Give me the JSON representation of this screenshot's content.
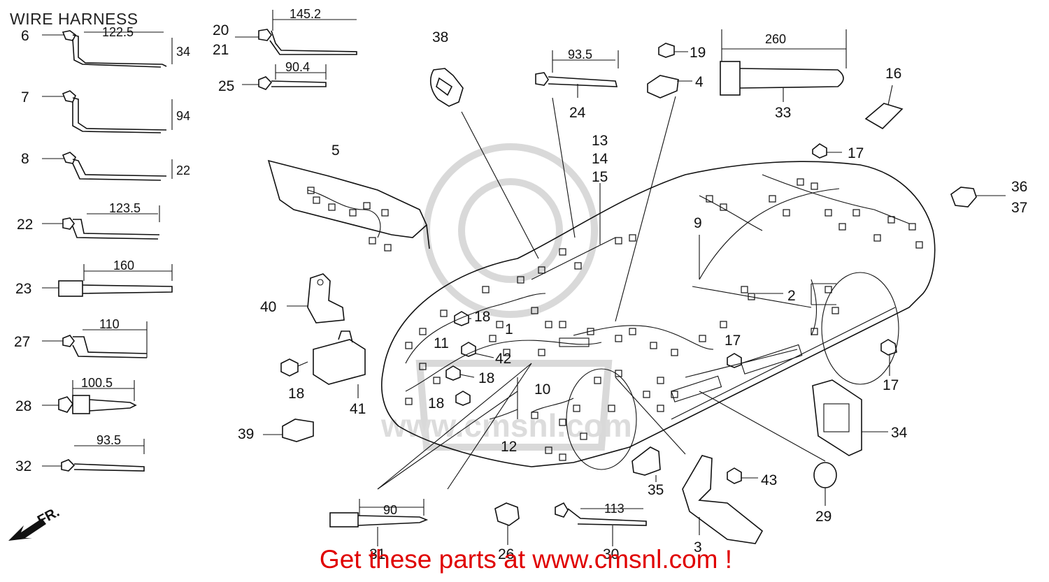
{
  "title": "WIRE HARNESS",
  "banner": "Get these parts at www.cmsnl.com !",
  "watermark": "www.cmsnl.com",
  "direction_label": "FR.",
  "colors": {
    "banner": "#e00000",
    "line": "#111111",
    "watermark": "#d9d9d9"
  },
  "parts": {
    "p2": "2",
    "p3": "3",
    "p4": "4",
    "p5": "5",
    "p6": "6",
    "p7": "7",
    "p8": "8",
    "p9": "9",
    "p10": "10",
    "p11": "11",
    "p12": "12",
    "p13": "13",
    "p14": "14",
    "p15": "15",
    "p16": "16",
    "p17a": "17",
    "p17b": "17",
    "p17c": "17",
    "p18a": "18",
    "p18b": "18",
    "p18c": "18",
    "p18d": "18",
    "p19": "19",
    "p20": "20",
    "p21": "21",
    "p22": "22",
    "p23": "23",
    "p24": "24",
    "p25": "25",
    "p26": "26",
    "p27": "27",
    "p28": "28",
    "p29": "29",
    "p30": "30",
    "p31": "31",
    "p32": "32",
    "p33": "33",
    "p34": "34",
    "p35": "35",
    "p36": "36",
    "p37": "37",
    "p38": "38",
    "p39": "39",
    "p40": "40",
    "p41": "41",
    "p42": "42",
    "p43": "43",
    "p1": "1"
  },
  "dimensions": {
    "d6_len": "122.5",
    "d6_h": "34",
    "d7_h": "94",
    "d8_h": "22",
    "d22": "123.5",
    "d23": "160",
    "d27": "110",
    "d28": "100.5",
    "d32": "93.5",
    "d20": "145.2",
    "d25": "90.4",
    "d24": "93.5",
    "d33": "260",
    "d31": "90",
    "d30": "113"
  }
}
